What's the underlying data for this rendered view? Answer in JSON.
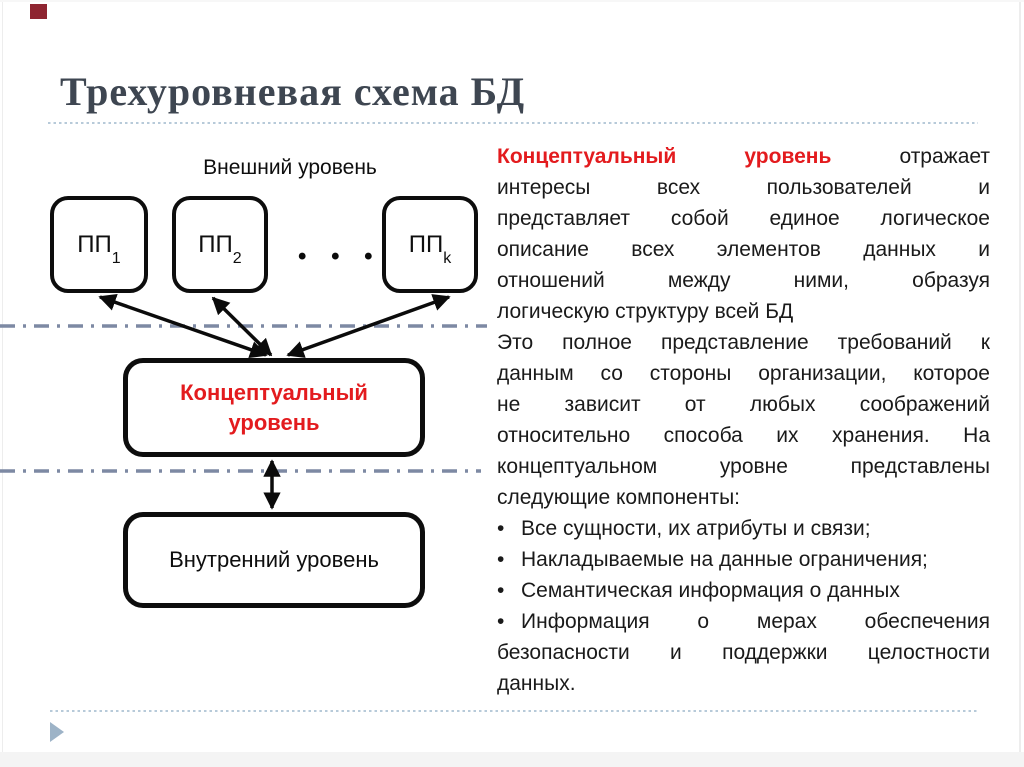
{
  "slide": {
    "title": "Трехуровневая схема БД",
    "accent_color": "#8e2430",
    "red_accent": "#e31b1e"
  },
  "diagram": {
    "external_label": "Внешний уровень",
    "boxes": [
      {
        "name": "ПП",
        "sub": "1"
      },
      {
        "name": "ПП",
        "sub": "2"
      },
      {
        "name": "ПП",
        "sub": "k"
      }
    ],
    "ellipsis": "• • •",
    "conceptual_line1": "Концептуальный",
    "conceptual_line2": "уровень",
    "internal_label": "Внутренний уровень",
    "separator_color": "#7d89a3"
  },
  "right_panel": {
    "para1": {
      "lead": "Концептуальный уровень",
      "line1_rest": "отражает",
      "lines": [
        "интересы всех пользователей и",
        "представляет собой единое логическое",
        "описание всех элементов данных и",
        "отношений между ними, образуя"
      ],
      "last_line": "логическую структуру всей БД"
    },
    "para2": {
      "lines": [
        "Это полное представление требований к",
        "данным со стороны организации, которое",
        "не зависит от любых соображений",
        "относительно способа их хранения. На",
        "концептуальном уровне представлены"
      ],
      "last_line": "следующие компоненты:"
    },
    "bullet_char": "•",
    "bullets": [
      {
        "lines": [],
        "last_line": "Все сущности, их атрибуты и связи;"
      },
      {
        "lines": [],
        "last_line": "Накладываемые на данные ограничения;"
      },
      {
        "lines": [],
        "last_line": "Семантическая информация о данных"
      },
      {
        "lines": [
          "Информация о мерах обеспечения",
          "безопасности и поддержки целостности"
        ],
        "last_line": "данных."
      }
    ]
  }
}
